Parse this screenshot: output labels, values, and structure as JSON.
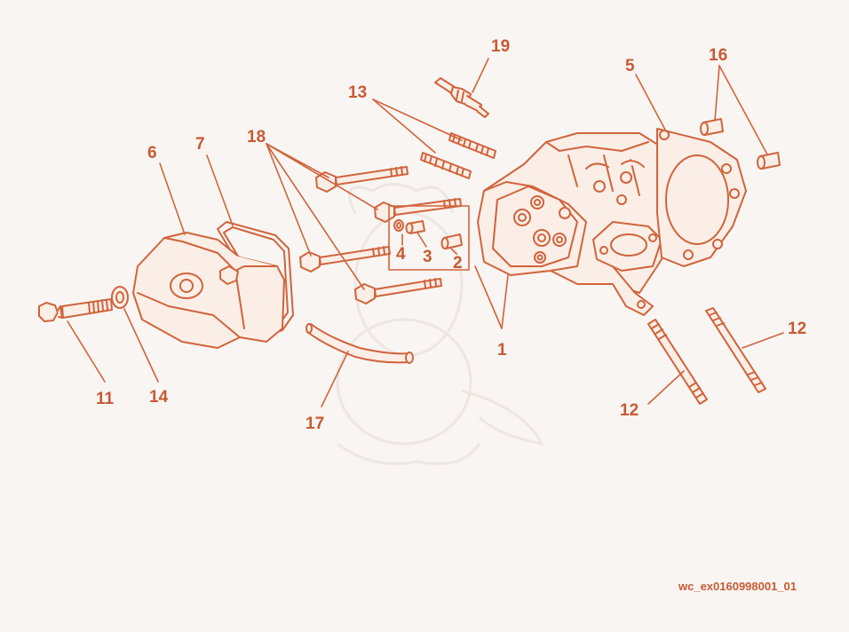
{
  "colors": {
    "line": "#d0643c",
    "fill": "#fbeee6",
    "background": "#f8f5f2",
    "text": "#c85a34",
    "watermark": "#ece6e0"
  },
  "callouts": {
    "c1": "1",
    "c2": "2",
    "c3": "3",
    "c4": "4",
    "c5": "5",
    "c6": "6",
    "c7": "7",
    "c11": "11",
    "c12a": "12",
    "c12b": "12",
    "c13": "13",
    "c14": "14",
    "c16": "16",
    "c17": "17",
    "c18": "18",
    "c19": "19"
  },
  "reference_code": "wc_ex0160998001_01"
}
